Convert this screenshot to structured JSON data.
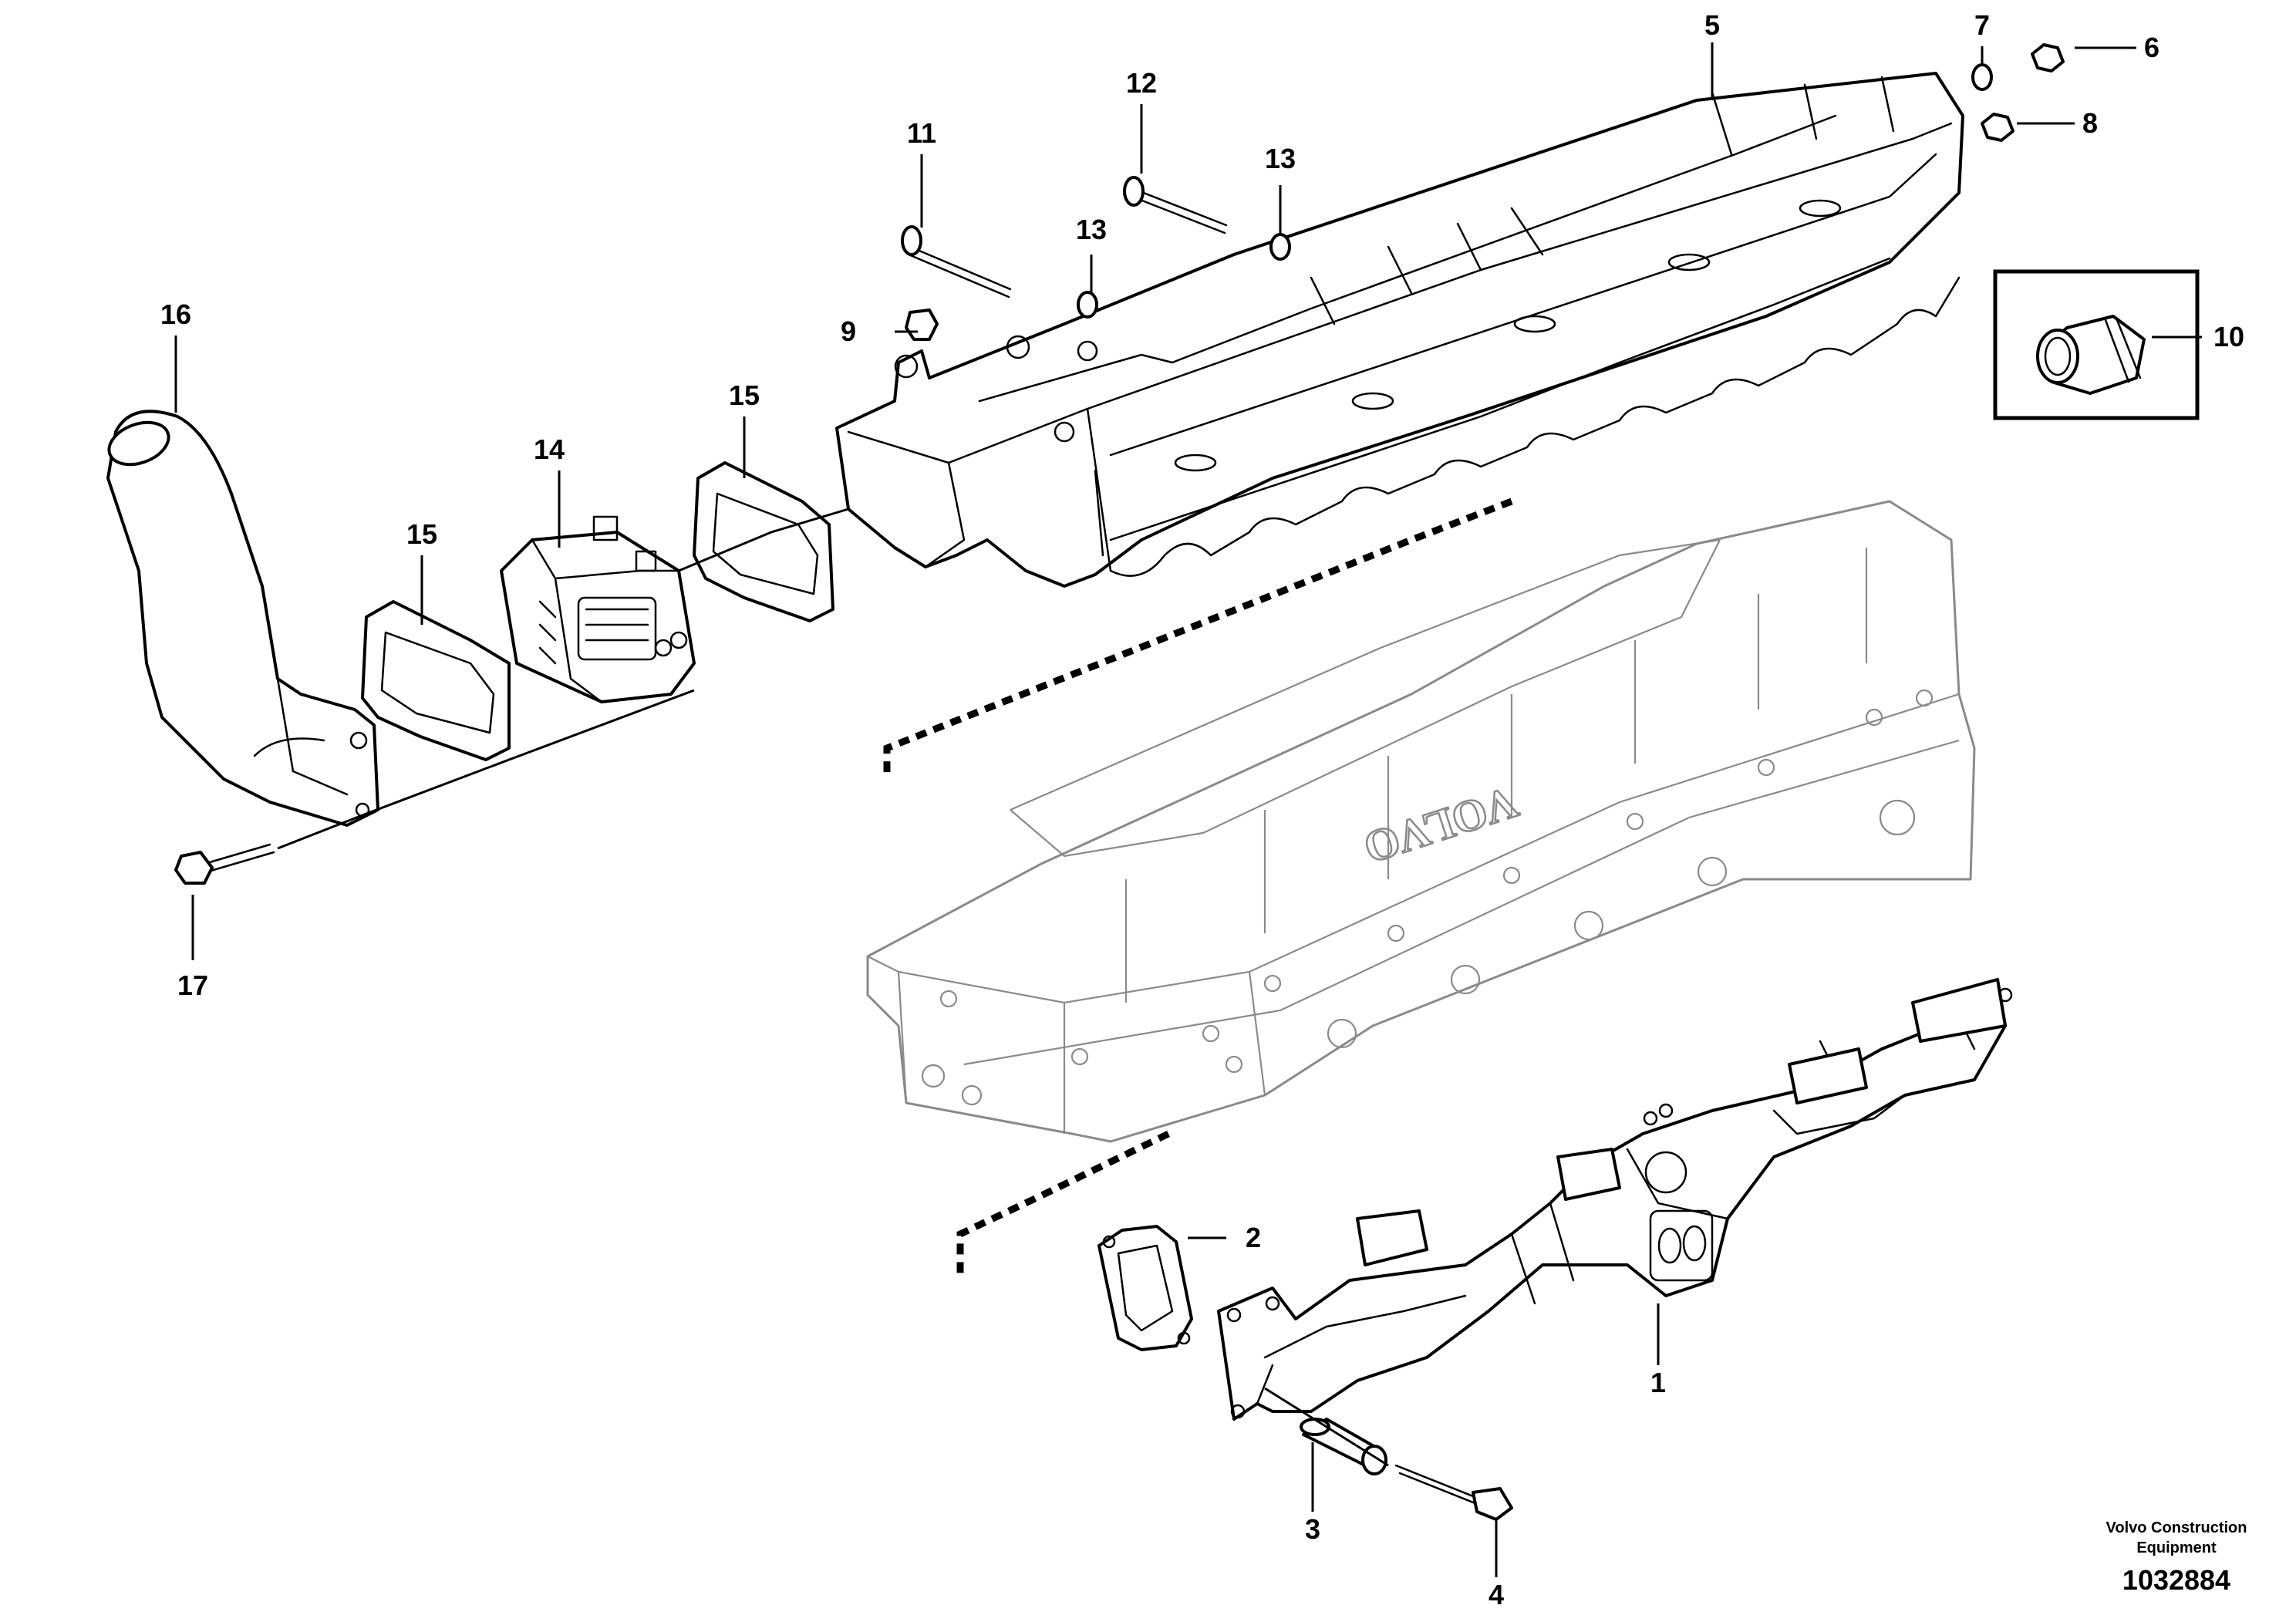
{
  "callouts": [
    {
      "label": "1"
    },
    {
      "label": "2"
    },
    {
      "label": "3"
    },
    {
      "label": "4"
    },
    {
      "label": "5"
    },
    {
      "label": "6"
    },
    {
      "label": "7"
    },
    {
      "label": "8"
    },
    {
      "label": "9"
    },
    {
      "label": "10"
    },
    {
      "label": "11"
    },
    {
      "label": "12"
    },
    {
      "label": "13"
    },
    {
      "label": "13"
    },
    {
      "label": "14"
    },
    {
      "label": "15"
    },
    {
      "label": "15"
    },
    {
      "label": "16"
    },
    {
      "label": "17"
    }
  ],
  "engine_logo_text": "VOLVO",
  "footer": {
    "company_line1": "Volvo Construction",
    "company_line2": "Equipment",
    "drawing_number": "1032884"
  }
}
